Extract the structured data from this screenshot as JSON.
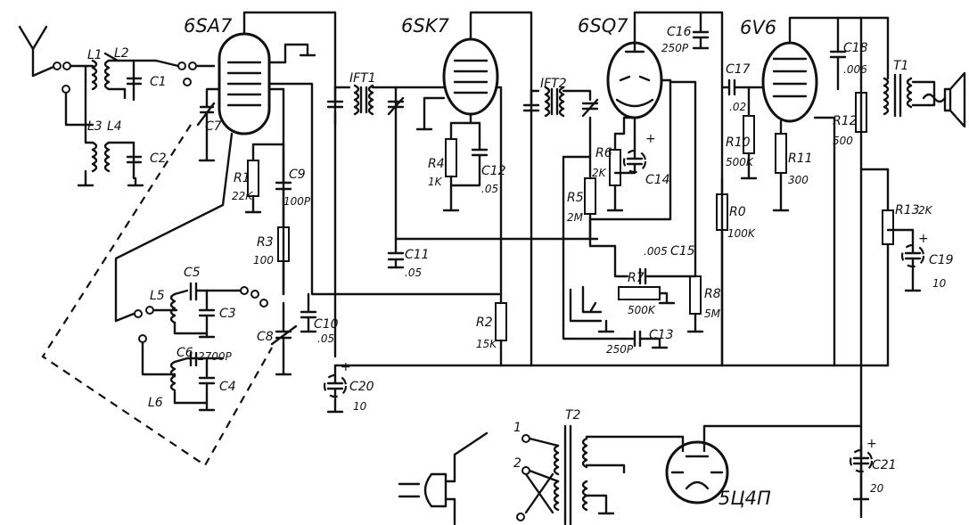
{
  "tubes": {
    "t1": "6SA7",
    "t2": "6SK7",
    "t3": "6SQ7",
    "t4": "6V6",
    "rect": "5Ц4П"
  },
  "transformers": {
    "ift1": "IFT1",
    "ift2": "IFT2",
    "t1": "T1",
    "t2": "T2"
  },
  "coils": {
    "l1": "L1",
    "l2": "L2",
    "l3": "L3",
    "l4": "L4",
    "l5": "L5",
    "l6": "L6"
  },
  "caps": {
    "c1": "C1",
    "c2": "C2",
    "c3": "C3",
    "c4": "C4",
    "c5": "C5",
    "c6": "C6",
    "c6v": "2700P",
    "c7": "C7",
    "c8": "C8",
    "c9": "C9",
    "c9v": "100P",
    "c10": "C10",
    "c10v": ".05",
    "c11": "C11",
    "c11v": ".05",
    "c12": "C12",
    "c12v": ".05",
    "c13": "C13",
    "c13v": "250P",
    "c14": "C14",
    "c15": "C15",
    "c15v": ".005",
    "c16": "C16",
    "c16v": "250P",
    "c17": "C17",
    "c17v": ".02",
    "c18": "C18",
    "c18v": ".006",
    "c19": "C19",
    "c19v": "10",
    "c20": "C20",
    "c20v": "10",
    "c21": "C21",
    "c21v": "20"
  },
  "resistors": {
    "r1": "R1",
    "r1v": "22K",
    "r2": "R2",
    "r2v": "15K",
    "r3": "R3",
    "r3v": "100",
    "r4": "R4",
    "r4v": "1K",
    "r5": "R5",
    "r5v": "2M",
    "r6": "R6",
    "r6v": "2K",
    "r7": "R7",
    "r7v": "500K",
    "r8": "R8",
    "r8v": "5M",
    "r10": "R10",
    "r10v": "500K",
    "r0": "R0",
    "r0v": "100K",
    "r11": "R11",
    "r11v": "300",
    "r12": "R12",
    "r12v": "500",
    "r13": "R13",
    "r13v": "2K"
  },
  "switch": {
    "pos1": "1",
    "pos2": "2"
  },
  "polarity": "+"
}
